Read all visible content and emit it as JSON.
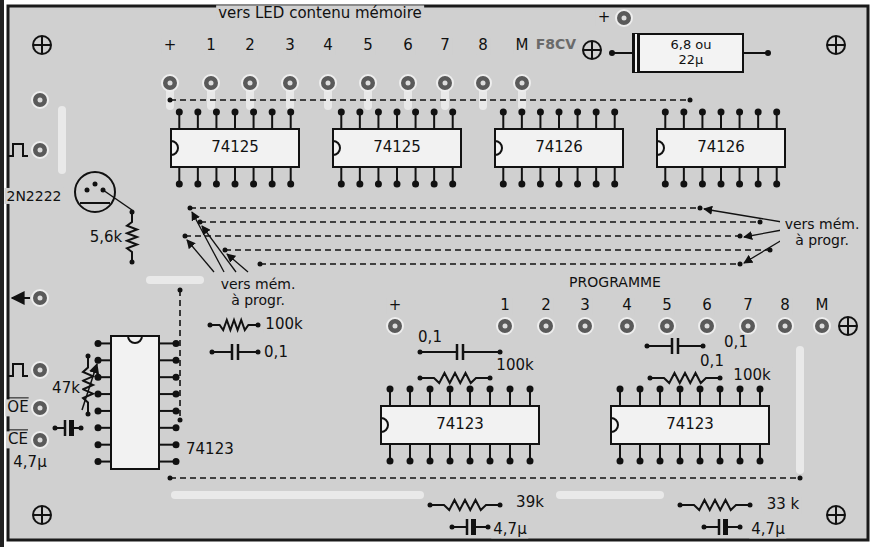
{
  "diagram": {
    "nodes": [
      {
        "text": [
          "6,8 ou 22µ"
        ]
      },
      {
        "text": [
          "74125"
        ]
      },
      {
        "text": [
          "74125"
        ]
      },
      {
        "text": [
          "74126"
        ]
      },
      {
        "text": [
          "74126"
        ]
      },
      {
        "text": [
          "74123"
        ]
      },
      {
        "text": [
          "74123"
        ]
      },
      {
        "text": [
          "74123"
        ]
      }
    ],
    "labels": [
      "vers LED contenu mémoire",
      "+",
      "1",
      "2",
      "3",
      "4",
      "5",
      "6",
      "7",
      "8",
      "M",
      "F8CV",
      "+",
      "2N2222",
      "5,6k",
      "vers mém. à progr.",
      "vers mém. à progr.",
      "PROGRAMME",
      "+",
      "1",
      "2",
      "3",
      "4",
      "5",
      "6",
      "7",
      "8",
      "M",
      "47k",
      "4,7µ",
      "OE",
      "CE",
      "100k",
      "0,1",
      "0,1",
      "100k",
      "39k",
      "4,7µ",
      "0,1",
      "0,1",
      "100k",
      "33 k",
      "4,7µ"
    ]
  }
}
